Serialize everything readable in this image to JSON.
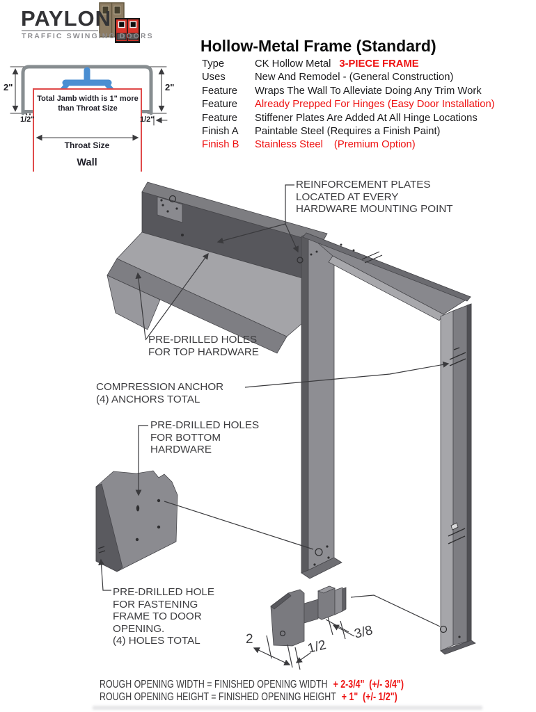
{
  "logo": {
    "name": "PAYLON",
    "tagline": "TRAFFIC SWINGING DOORS"
  },
  "jamb_diagram": {
    "note": "Total Jamb width is 1\" more\nthan Throat Size",
    "jamb_depth_left": "2\"",
    "jamb_depth_right": "2\"",
    "return_left": "1/2\"",
    "return_right": "1/2\"",
    "throat_label": "Throat Size",
    "wall_label": "Wall"
  },
  "spec": {
    "title": "Hollow-Metal Frame (Standard)",
    "rows": [
      {
        "label": "Type",
        "value": "CK Hollow Metal",
        "value2": "3-PIECE FRAME"
      },
      {
        "label": "Uses",
        "value": "New And Remodel - (General Construction)",
        "value2": ""
      },
      {
        "label": "Feature",
        "value": "Wraps The Wall To Alleviate Doing Any Trim Work",
        "value2": ""
      },
      {
        "label": "Feature",
        "value": "Already Prepped For Hinges (Easy Door Installation)",
        "value2": ""
      },
      {
        "label": "Feature",
        "value": "Stiffener Plates Are Added At All Hinge Locations",
        "value2": ""
      },
      {
        "label": "Finish A",
        "value": "Paintable Steel (Requires a Finish Paint)",
        "value2": ""
      },
      {
        "label": "Finish B",
        "value": "Stainless Steel",
        "value2": "(Premium Option)"
      }
    ]
  },
  "callouts": {
    "reinforcement": "REINFORCEMENT PLATES\nLOCATED AT EVERY\nHARDWARE MOUNTING POINT",
    "top_hardware": "PRE-DRILLED HOLES\nFOR TOP HARDWARE",
    "compression_anchor": "COMPRESSION ANCHOR\n(4) ANCHORS TOTAL",
    "bottom_hardware": "PRE-DRILLED HOLES\nFOR BOTTOM\nHARDWARE",
    "fastening": "PRE-DRILLED HOLE\nFOR FASTENING\nFRAME TO DOOR\nOPENING.\n(4) HOLES TOTAL"
  },
  "anchor_dims": {
    "width": "2",
    "offset": "1/2",
    "thickness": "3/8"
  },
  "footer": {
    "width_formula": "ROUGH OPENING WIDTH = FINISHED OPENING WIDTH",
    "width_addition": "+ 2-3/4\"  (+/- 3/4\")",
    "height_formula": "ROUGH OPENING HEIGHT = FINISHED OPENING HEIGHT",
    "height_addition": "+ 1\"  (+/- 1/2\")"
  },
  "colors": {
    "accent_red": "#ee1111",
    "clip_blue": "#4a8ed2",
    "wall_red": "#e04a4a"
  }
}
